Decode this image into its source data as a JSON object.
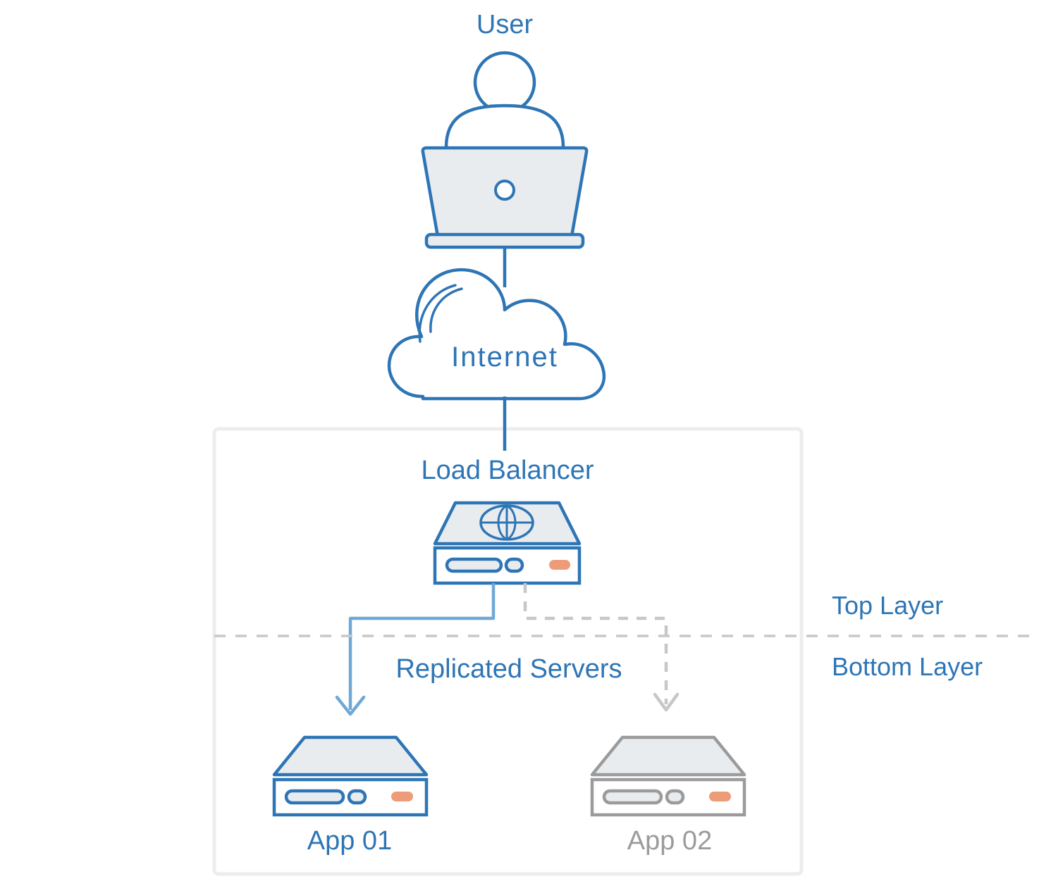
{
  "diagram": {
    "title_nodes": {
      "user": "User",
      "internet": "Internet",
      "load_balancer": "Load Balancer",
      "replicated_servers": "Replicated Servers",
      "app_01": "App 01",
      "app_02": "App 02"
    },
    "layers": {
      "top": "Top Layer",
      "bottom": "Bottom Layer"
    },
    "icons": {
      "user": "user-laptop-icon",
      "internet": "cloud-icon",
      "load_balancer": "server-globe-icon",
      "app_01": "server-icon",
      "app_02": "server-icon"
    },
    "colors": {
      "accent_blue": "#2E75B6",
      "line_blue": "#6FA8D6",
      "fill_gray": "#E8ECEF",
      "inactive_gray": "#9B9B9B",
      "dashed_gray": "#C7C7C7",
      "orange": "#ED9B79",
      "container_border": "#EDEDED"
    }
  }
}
